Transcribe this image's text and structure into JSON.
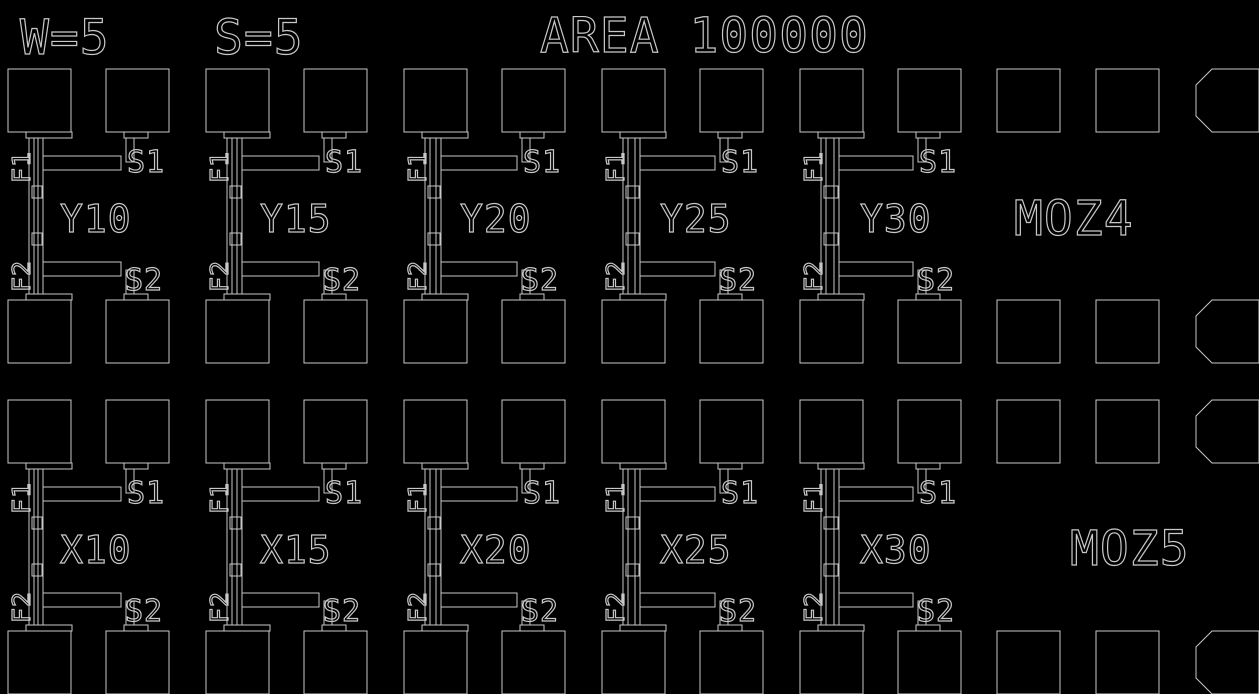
{
  "header": {
    "width_label": "W=5",
    "spacing_label": "S=5",
    "area_label": "AREA 100000"
  },
  "rows": [
    {
      "devices": [
        {
          "name": "Y10",
          "f1": "F1",
          "f2": "F2",
          "s1": "S1",
          "s2": "S2"
        },
        {
          "name": "Y15",
          "f1": "F1",
          "f2": "F2",
          "s1": "S1",
          "s2": "S2"
        },
        {
          "name": "Y20",
          "f1": "F1",
          "f2": "F2",
          "s1": "S1",
          "s2": "S2"
        },
        {
          "name": "Y25",
          "f1": "F1",
          "f2": "F2",
          "s1": "S1",
          "s2": "S2"
        },
        {
          "name": "Y30",
          "f1": "F1",
          "f2": "F2",
          "s1": "S1",
          "s2": "S2"
        }
      ],
      "block_label": "MOZ4"
    },
    {
      "devices": [
        {
          "name": "X10",
          "f1": "F1",
          "f2": "F2",
          "s1": "S1",
          "s2": "S2"
        },
        {
          "name": "X15",
          "f1": "F1",
          "f2": "F2",
          "s1": "S1",
          "s2": "S2"
        },
        {
          "name": "X20",
          "f1": "F1",
          "f2": "F2",
          "s1": "S1",
          "s2": "S2"
        },
        {
          "name": "X25",
          "f1": "F1",
          "f2": "F2",
          "s1": "S1",
          "s2": "S2"
        },
        {
          "name": "X30",
          "f1": "F1",
          "f2": "F2",
          "s1": "S1",
          "s2": "S2"
        }
      ],
      "block_label": "MOZ5"
    }
  ],
  "colors": {
    "background": "#000000",
    "stroke": "#c8c8c8"
  }
}
